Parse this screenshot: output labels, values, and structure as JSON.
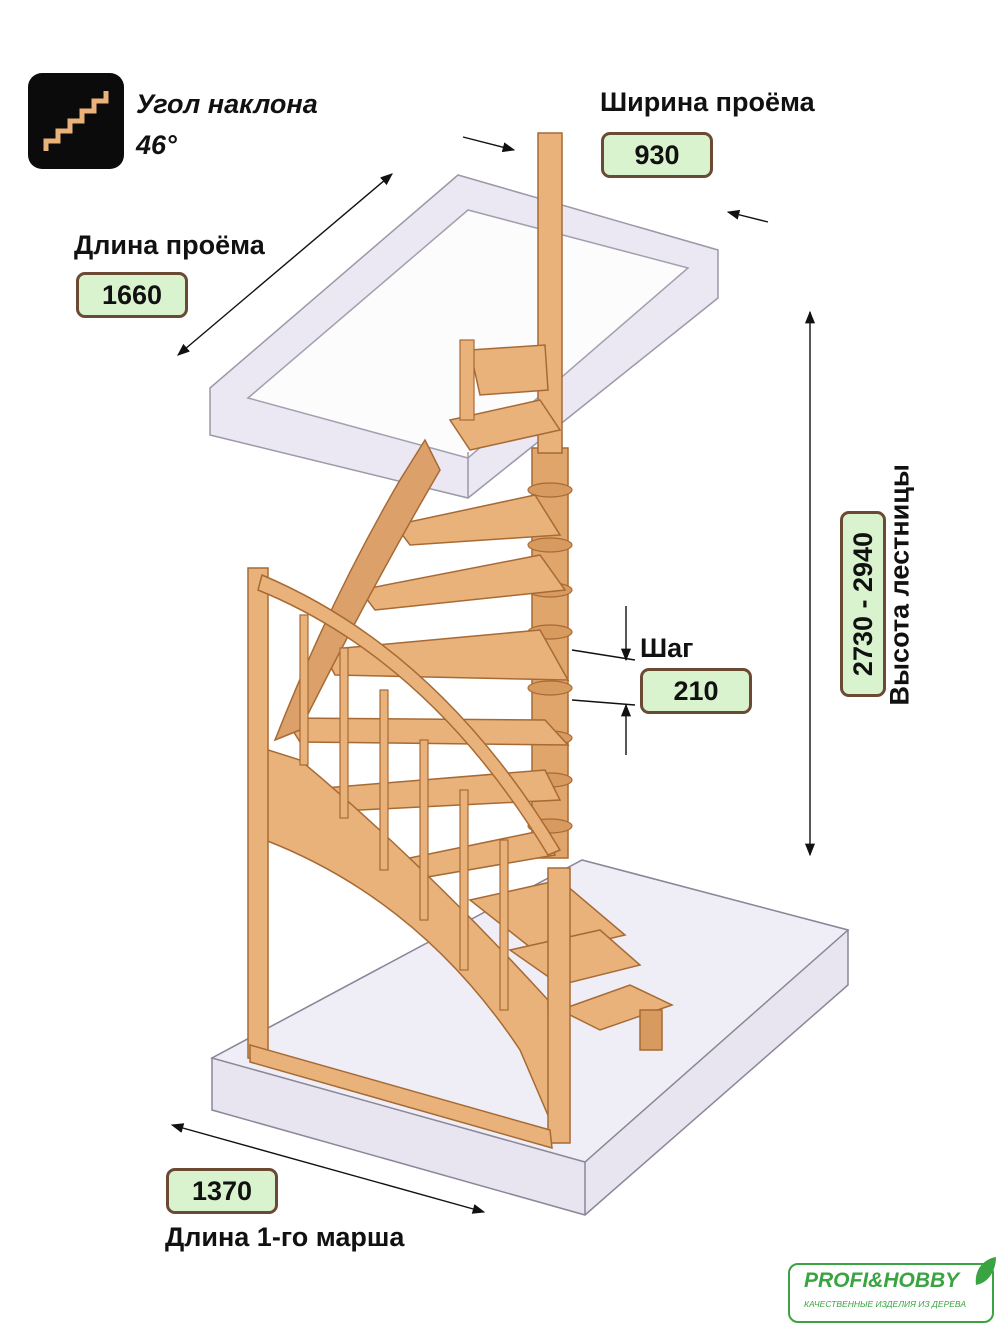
{
  "slope": {
    "label": "Угол наклона",
    "value": "46°"
  },
  "opening_width": {
    "label": "Ширина проёма",
    "value": "930"
  },
  "opening_length": {
    "label": "Длина проёма",
    "value": "1660"
  },
  "step": {
    "label": "Шаг",
    "value": "210"
  },
  "stair_height": {
    "label": "Высота лестницы",
    "value": "2730 - 2940"
  },
  "first_flight_length": {
    "label": "Длина 1-го марша",
    "value": "1370"
  },
  "brand": {
    "name": "PROFI&HOBBY",
    "tagline": "КАЧЕСТВЕННЫЕ ИЗДЕЛИЯ ИЗ ДЕРЕВА"
  },
  "colors": {
    "wood": "#e8b27a",
    "wood_dark": "#c98a4f",
    "wood_edge": "#a86a34",
    "value_fill": "#d9f3cf",
    "value_border": "#6b4a34",
    "slab_fill": "#e6e2f0",
    "slab_edge": "#8a8799",
    "brand_green": "#3aa342"
  }
}
